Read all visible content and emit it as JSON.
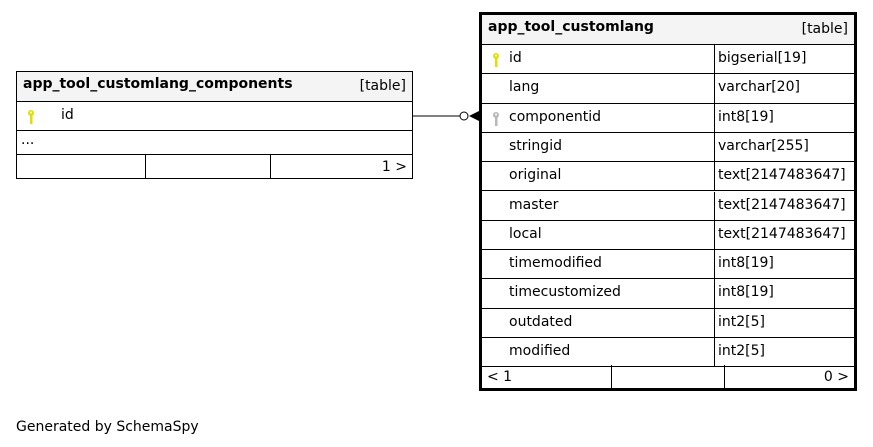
{
  "tables": {
    "components": {
      "name": "app_tool_customlang_components",
      "kind": "[table]",
      "columns": [
        {
          "name": "id",
          "key": "primary"
        }
      ],
      "more": "...",
      "footer_right": "1 >"
    },
    "customlang": {
      "name": "app_tool_customlang",
      "kind": "[table]",
      "columns": [
        {
          "name": "id",
          "type": "bigserial[19]",
          "key": "primary"
        },
        {
          "name": "lang",
          "type": "varchar[20]",
          "key": ""
        },
        {
          "name": "componentid",
          "type": "int8[19]",
          "key": "foreign"
        },
        {
          "name": "stringid",
          "type": "varchar[255]",
          "key": ""
        },
        {
          "name": "original",
          "type": "text[2147483647]",
          "key": ""
        },
        {
          "name": "master",
          "type": "text[2147483647]",
          "key": ""
        },
        {
          "name": "local",
          "type": "text[2147483647]",
          "key": ""
        },
        {
          "name": "timemodified",
          "type": "int8[19]",
          "key": ""
        },
        {
          "name": "timecustomized",
          "type": "int8[19]",
          "key": ""
        },
        {
          "name": "outdated",
          "type": "int2[5]",
          "key": ""
        },
        {
          "name": "modified",
          "type": "int2[5]",
          "key": ""
        }
      ],
      "footer_left": "< 1",
      "footer_right": "0 >"
    }
  },
  "colors": {
    "primary_key": "#e0e000",
    "foreign_key": "#b8b8b8",
    "header_bg": "#f4f4f4"
  },
  "generated_by": "Generated by SchemaSpy"
}
